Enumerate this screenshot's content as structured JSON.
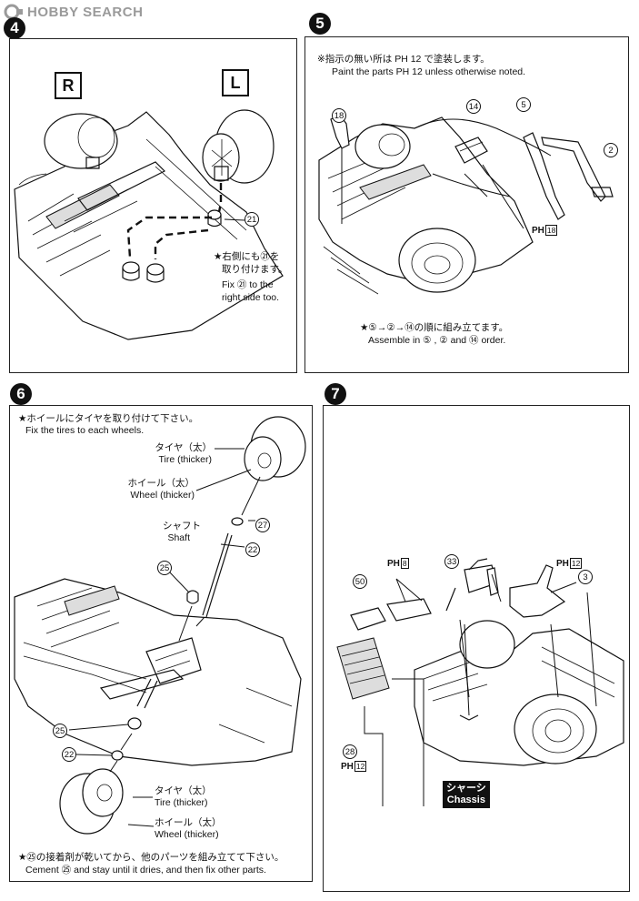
{
  "watermark": {
    "text": "HOBBY SEARCH"
  },
  "steps": [
    {
      "number": "4",
      "side_labels": [
        "R",
        "L"
      ],
      "parts": [
        "21"
      ],
      "note_jp": [
        "★右側にも㉑を",
        "取り付けます。"
      ],
      "note_en": [
        "Fix ㉑ to the",
        "right side too."
      ]
    },
    {
      "number": "5",
      "paint_jp": "※指示の無い所は PH 12 で塗装します。",
      "paint_en": "Paint the parts PH 12 unless otherwise noted.",
      "parts": [
        "18",
        "14",
        "5",
        "2"
      ],
      "paint_code": {
        "prefix": "PH",
        "num": "18"
      },
      "order_jp": "★⑤→②→⑭の順に組み立てます。",
      "order_en": "Assemble in ⑤ , ② and ⑭ order."
    },
    {
      "number": "6",
      "header_jp": "★ホイールにタイヤを取り付けて下さい。",
      "header_en": "Fix the tires to each wheels.",
      "tire_top": {
        "jp": "タイヤ（太）",
        "en": "Tire (thicker)"
      },
      "wheel_top": {
        "jp": "ホイール（太）",
        "en": "Wheel (thicker)"
      },
      "shaft": {
        "jp": "シャフト",
        "en": "Shaft"
      },
      "parts": [
        "27",
        "22",
        "25",
        "25",
        "22"
      ],
      "tire_bottom": {
        "jp": "タイヤ（太）",
        "en": "Tire (thicker)"
      },
      "wheel_bottom": {
        "jp": "ホイール（太）",
        "en": "Wheel (thicker)"
      },
      "footer_jp": "★㉕の接着剤が乾いてから、他のパーツを組み立てて下さい。",
      "footer_en": "Cement ㉕ and stay until it dries, and then fix other parts."
    },
    {
      "number": "7",
      "parts": [
        "50",
        "33",
        "3",
        "28"
      ],
      "paint_top_left": {
        "prefix": "PH",
        "num": "8"
      },
      "paint_top_right": {
        "prefix": "PH",
        "num": "12"
      },
      "paint_bottom_left": {
        "prefix": "PH",
        "num": "12"
      },
      "chassis_jp": "シャーシ",
      "chassis_en": "Chassis"
    }
  ]
}
